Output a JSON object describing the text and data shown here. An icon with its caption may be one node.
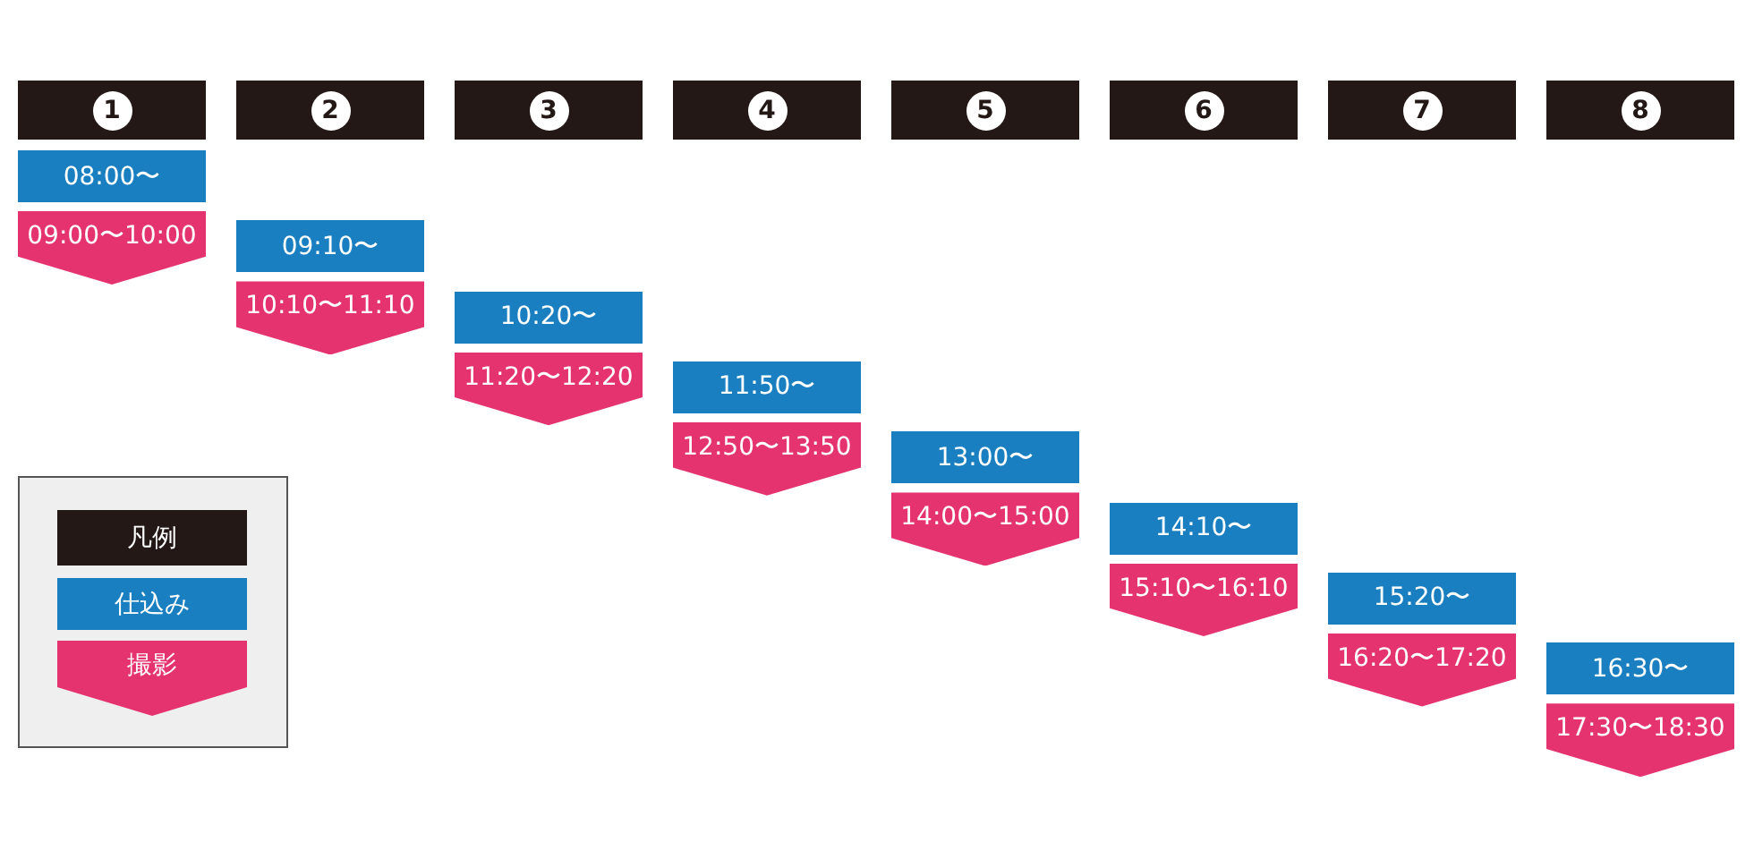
{
  "diagram": {
    "nodes": [
      {
        "text": [
          "1"
        ]
      },
      {
        "text": [
          "08:00〜"
        ]
      },
      {
        "text": [
          "09:00〜10:00"
        ]
      },
      {
        "text": [
          "2"
        ]
      },
      {
        "text": [
          "09:10〜"
        ]
      },
      {
        "text": [
          "10:10〜11:10"
        ]
      },
      {
        "text": [
          "3"
        ]
      },
      {
        "text": [
          "10:20〜"
        ]
      },
      {
        "text": [
          "11:20〜12:20"
        ]
      },
      {
        "text": [
          "4"
        ]
      },
      {
        "text": [
          "11:50〜"
        ]
      },
      {
        "text": [
          "12:50〜13:50"
        ]
      },
      {
        "text": [
          "5"
        ]
      },
      {
        "text": [
          "13:00〜"
        ]
      },
      {
        "text": [
          "14:00〜15:00"
        ]
      },
      {
        "text": [
          "6"
        ]
      },
      {
        "text": [
          "14:10〜"
        ]
      },
      {
        "text": [
          "15:10〜16:10"
        ]
      },
      {
        "text": [
          "7"
        ]
      },
      {
        "text": [
          "15:20〜"
        ]
      },
      {
        "text": [
          "16:20〜17:20"
        ]
      },
      {
        "text": [
          "8"
        ]
      },
      {
        "text": [
          "16:30〜"
        ]
      },
      {
        "text": [
          "17:30〜18:30"
        ]
      }
    ],
    "labels": [
      "凡例"
    ],
    "legend": [
      {
        "text": "仕込み",
        "color": "#1a7fc1"
      },
      {
        "text": "撮影",
        "color": "#e5336f"
      }
    ]
  }
}
